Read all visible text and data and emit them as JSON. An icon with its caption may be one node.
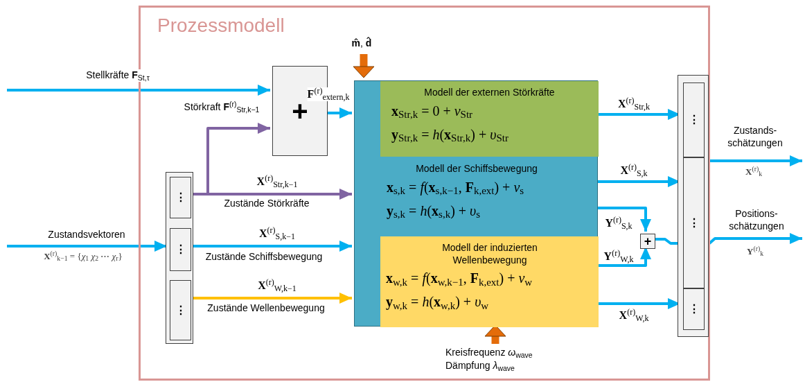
{
  "diagram": {
    "nodes": [
      {
        "text": [
          "Prozessmodell"
        ]
      },
      {
        "text": [
          "+"
        ],
        "in": 0
      },
      {
        "text": [],
        "shape": "box",
        "in": 0
      },
      {
        "text": [
          "⋮"
        ],
        "in": 2
      },
      {
        "text": [
          "⋮"
        ],
        "in": 2
      },
      {
        "text": [
          "⋮"
        ],
        "in": 2
      },
      {
        "text": [
          "Modell der Schiffsbewegung",
          "**x**$_{s,k}$ = *f*(**x**$_{s,k−1}$, **F**$_{k,ext}$) + *ν*$_{s}$",
          "**y**$_{s,k}$ = *h*(**x**$_{s,k}$) + *υ*$_{s}$"
        ],
        "in": 0
      },
      {
        "text": [
          "Modell der externen Störkräfte",
          "**x**$_{Str,k}$ = 0 + *ν*$_{Str}$",
          "**y**$_{Str,k}$ = *h*(**x**$_{Str,k}$) + *υ*$_{Str}$"
        ],
        "in": 6
      },
      {
        "text": [
          "Modell der induzierten Wellenbewegung",
          "**x**$_{w,k}$ = *f*(**x**$_{w,k−1}$, **F**$_{k,ext}$) + *ν*$_{w}$",
          "**y**$_{w,k}$ = *h*(**x**$_{w,k}$) + *υ*$_{w}$"
        ],
        "in": 6
      },
      {
        "text": [],
        "shape": "box",
        "in": 0
      },
      {
        "text": [
          "⋮"
        ],
        "in": 9
      },
      {
        "text": [
          "⋮"
        ],
        "in": 9
      },
      {
        "text": [
          "⋮"
        ],
        "in": 9
      },
      {
        "text": [
          "+"
        ],
        "in": 0
      },
      {
        "text": [
          "Kreisfrequenz *ω*$_{wave}$",
          "Dämpfung *λ*$_{wave}$"
        ],
        "in": 0
      }
    ],
    "edges": [
      {
        "from": null,
        "to": 1,
        "arrow": "to",
        "label": "Stellkräfte **F**$_{St,τ}$"
      },
      {
        "from": 3,
        "to": 1,
        "arrow": "to",
        "label": "Störkraft **F**$^{(r)}$$_{Str,k−1}$",
        "color": "#8064a2"
      },
      {
        "from": 3,
        "to": 6,
        "arrow": "to",
        "label": "**X**$^{(r)}$$_{Str,k−1}$",
        "color": "#8064a2"
      },
      {
        "from": null,
        "to": 4,
        "arrow": "to",
        "label": "Zustandsvektoren"
      },
      {
        "from": 4,
        "to": 6,
        "arrow": "to",
        "label": "**X**$^{(r)}$$_{S,k−1}$"
      },
      {
        "from": 5,
        "to": 6,
        "arrow": "to",
        "label": "**X**$^{(r)}$$_{W,k−1}$",
        "color": "#ffc000"
      },
      {
        "from": 1,
        "to": 6,
        "arrow": "to",
        "label": "**F**$^{(r)}$$_{extern,k}$"
      },
      {
        "from": null,
        "to": 6,
        "arrow": "to",
        "label": "**m̂**, **d̂**",
        "style": "thick",
        "color": "#e46c0a"
      },
      {
        "from": 14,
        "to": 8,
        "arrow": "to",
        "style": "thick",
        "color": "#e46c0a"
      },
      {
        "from": 7,
        "to": 10,
        "arrow": "to",
        "label": "**X**$^{(r)}$$_{Str,k}$"
      },
      {
        "from": 6,
        "to": 11,
        "arrow": "to",
        "label": "**X**$^{(r)}$$_{S,k}$"
      },
      {
        "from": 6,
        "to": 13,
        "arrow": "to",
        "label": "**Y**$^{(r)}$$_{S,k}$"
      },
      {
        "from": 8,
        "to": 13,
        "arrow": "to",
        "label": "**Y**$^{(r)}$$_{W,k}$"
      },
      {
        "from": 13,
        "to": 11,
        "arrow": "none"
      },
      {
        "from": 8,
        "to": 12,
        "arrow": "to",
        "label": "**X**$^{(r)}$$_{W,k}$"
      },
      {
        "from": 9,
        "to": null,
        "arrow": "to",
        "label": "Zustands- schätzungen"
      },
      {
        "from": 11,
        "to": null,
        "arrow": "to",
        "label": "Positions- schätzungen"
      }
    ],
    "labels": [
      "Zustände Störkräfte",
      "**X**$^{(r)}$$_{k−1}$ = {*χ*$_{1}$ *χ*$_{2}$ ⋯ *χ*$_{r}$}",
      "Zustände Schiffsbewegung",
      "Zustände Wellenbewegung",
      "**X**$^{(r)}$$_{k}$",
      "**Y**$^{(r)}$$_{k}$"
    ]
  }
}
